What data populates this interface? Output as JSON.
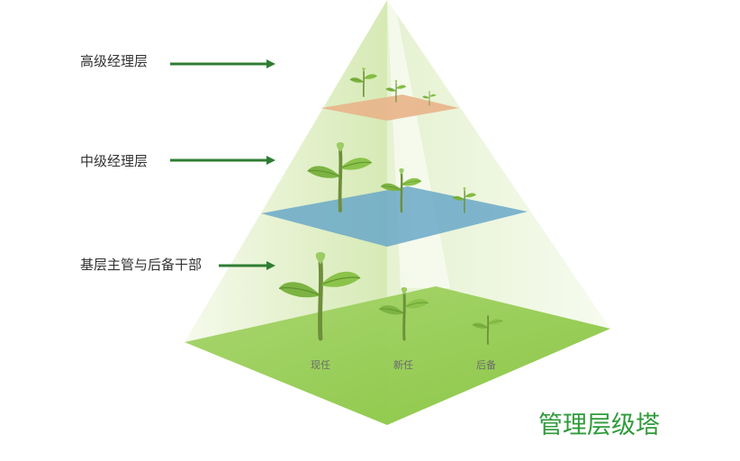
{
  "levels": [
    {
      "label": "高级经理层"
    },
    {
      "label": "中级经理层"
    },
    {
      "label": "基层主管与后备干部"
    }
  ],
  "categories": [
    "现任",
    "新任",
    "后备"
  ],
  "title": "管理层级塔",
  "colors": {
    "arrow": "#2e7d32",
    "title": "#2e9b3a",
    "top_layer": "#e9b48a",
    "middle_layer": "#6aa8c8",
    "bottom_layer": "#8cc63f",
    "leaf": "#7cb342",
    "leaf_dark": "#4e8a2a"
  }
}
